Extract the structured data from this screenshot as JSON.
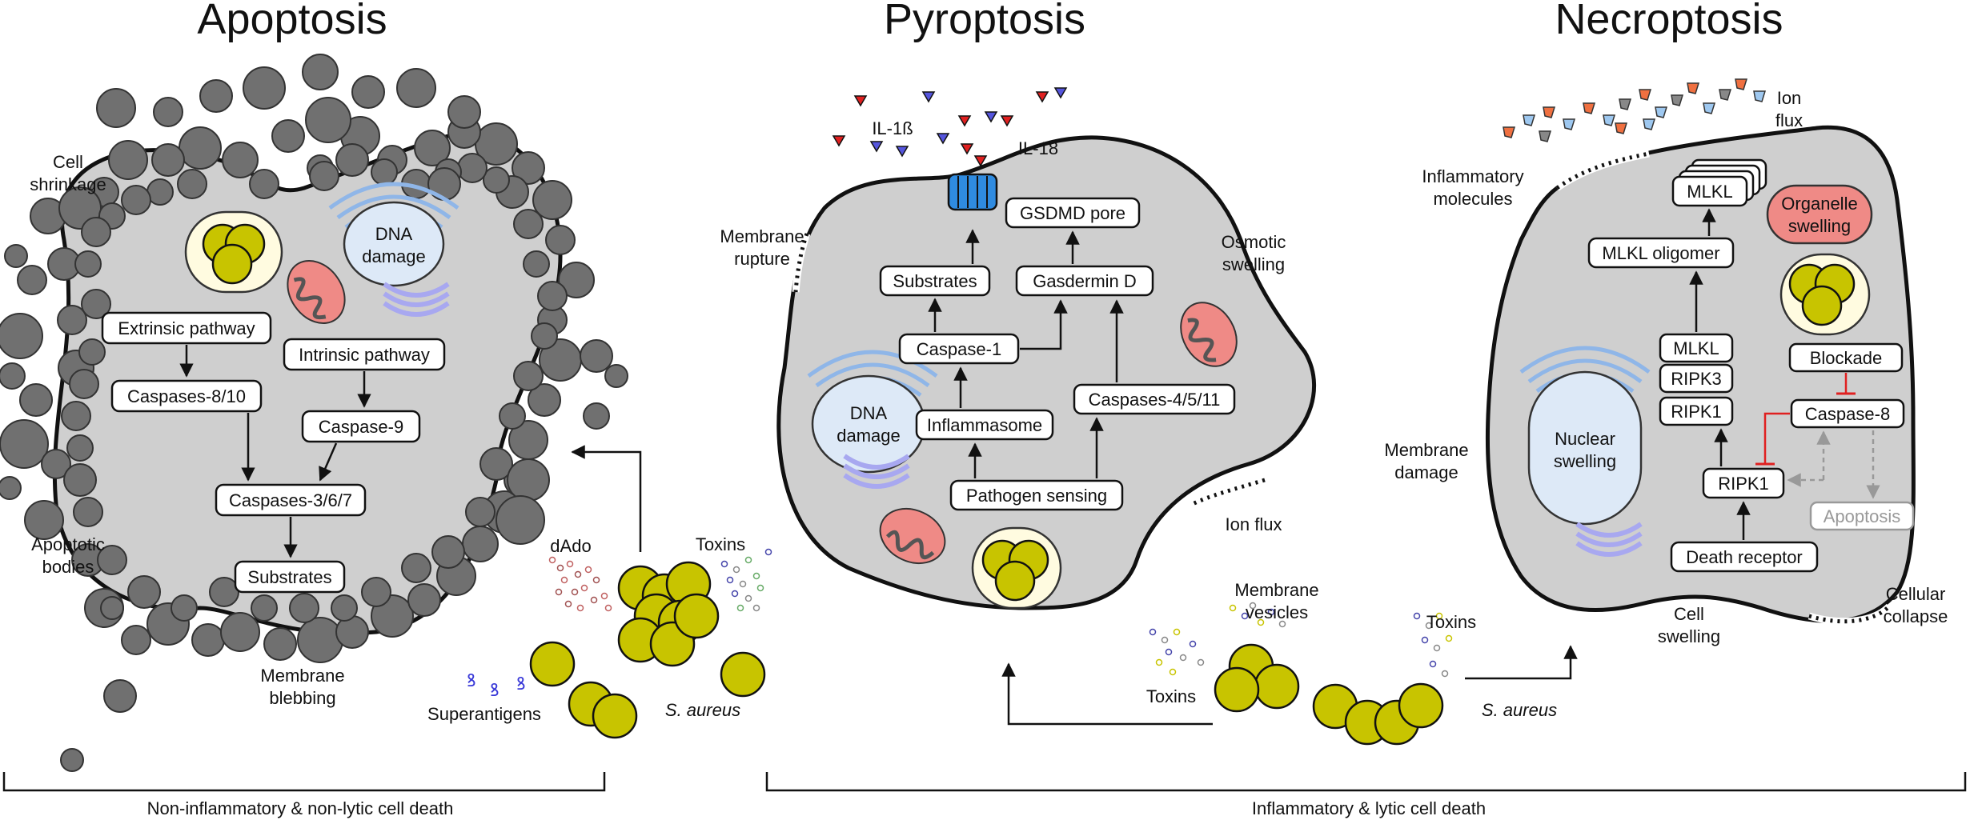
{
  "titles": {
    "apoptosis": "Apoptosis",
    "pyroptosis": "Pyroptosis",
    "necroptosis": "Necroptosis"
  },
  "apoptosis": {
    "cell_shrinkage": [
      "Cell",
      "shrinkage"
    ],
    "apoptotic_bodies": [
      "Apoptotic",
      "bodies"
    ],
    "membrane_blebbing": [
      "Membrane",
      "blebbing"
    ],
    "dna_damage": [
      "DNA",
      "damage"
    ],
    "extrinsic_pathway": "Extrinsic pathway",
    "caspases_8_10": "Caspases-8/10",
    "intrinsic_pathway": "Intrinsic pathway",
    "caspase_9": "Caspase-9",
    "caspases_3_6_7": "Caspases-3/6/7",
    "substrates": "Substrates"
  },
  "apoptosis_bacteria": {
    "dado": "dAdo",
    "toxins": "Toxins",
    "superantigens": "Superantigens",
    "s_aureus": "S. aureus"
  },
  "pyroptosis": {
    "il1b": "IL-1ß",
    "il18": "IL-18",
    "membrane_rupture": [
      "Membrane",
      "rupture"
    ],
    "osmotic_swelling": [
      "Osmotic",
      "swelling"
    ],
    "ion_flux": "Ion flux",
    "dna_damage": [
      "DNA",
      "damage"
    ],
    "gsdmd_pore": "GSDMD pore",
    "substrates": "Substrates",
    "gasdermin_d": "Gasdermin D",
    "caspase_1": "Caspase-1",
    "inflammasome": "Inflammasome",
    "caspases_4_5_11": "Caspases-4/5/11",
    "pathogen_sensing": "Pathogen sensing"
  },
  "pyroptosis_bacteria": {
    "membrane_vesicles": [
      "Membrane",
      "vesicles"
    ],
    "toxins_left": "Toxins",
    "toxins_right": "Toxins",
    "s_aureus": "S. aureus"
  },
  "necroptosis": {
    "ion_flux": [
      "Ion",
      "flux"
    ],
    "inflammatory_molecules": [
      "Inflammatory",
      "molecules"
    ],
    "mlkl_top": "MLKL",
    "organelle_swelling": [
      "Organelle",
      "swelling"
    ],
    "mlkl_oligomer": "MLKL oligomer",
    "mlkl": "MLKL",
    "ripk3": "RIPK3",
    "ripk1_upper": "RIPK1",
    "blockade": "Blockade",
    "caspase_8": "Caspase-8",
    "nuclear_swelling": [
      "Nuclear",
      "swelling"
    ],
    "ripk1_lower": "RIPK1",
    "apoptosis": "Apoptosis",
    "death_receptor": "Death receptor",
    "membrane_damage": [
      "Membrane",
      "damage"
    ],
    "cell_swelling": [
      "Cell",
      "swelling"
    ],
    "cellular_collapse": [
      "Cellular",
      "collapse"
    ]
  },
  "footer": {
    "left": "Non-inflammatory & non-lytic cell death",
    "right": "Inflammatory & lytic cell death"
  },
  "colors": {
    "cell": "#cfcfcf",
    "bleb": "#707070",
    "bacteria": "#c8c400",
    "nucleus": "#dde9f7",
    "mito": "#ef8a86",
    "organelle_swelling": "#ef8a86",
    "pore": "#2f8be0",
    "il1b": "#e02020",
    "il18": "#5555dd"
  }
}
